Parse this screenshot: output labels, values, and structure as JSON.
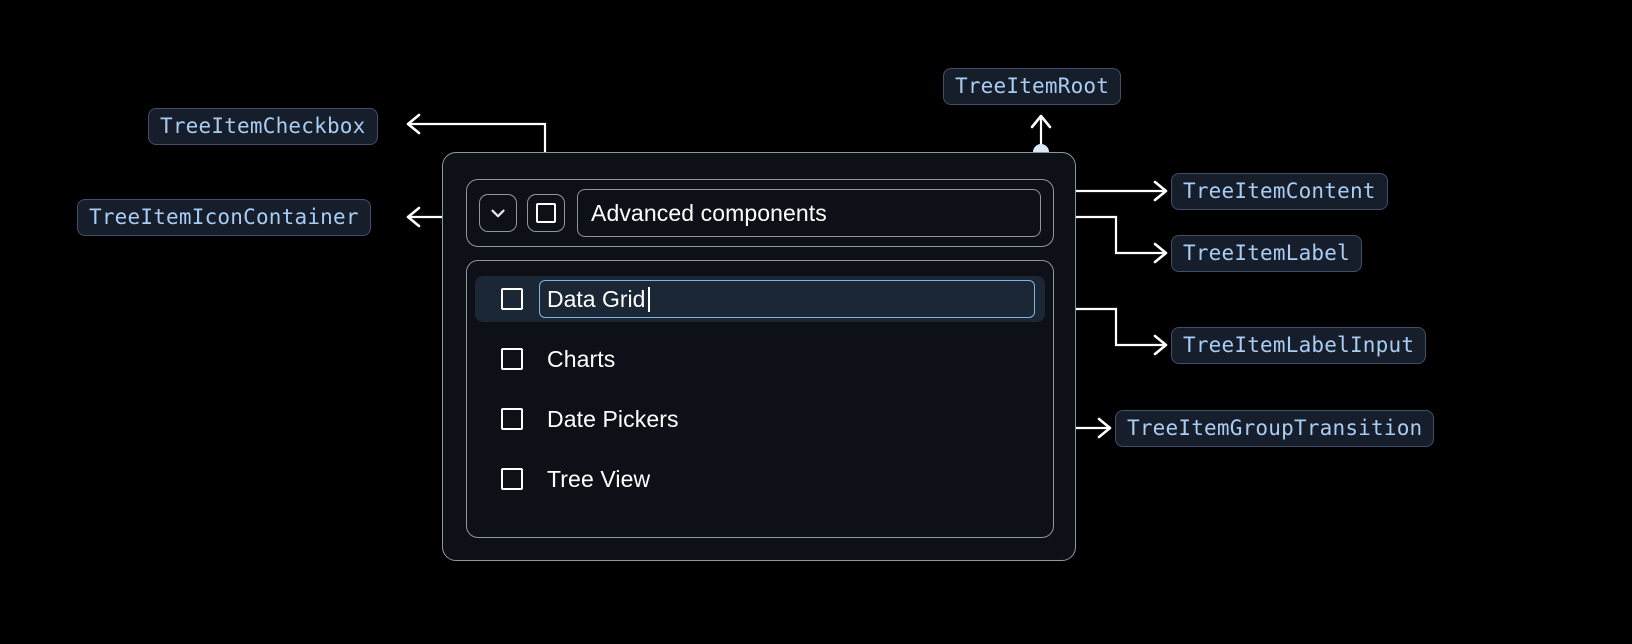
{
  "theme": {
    "page_background": "#000000",
    "chip_background": "#161d2b",
    "chip_border": "#415068",
    "chip_text": "#a9cdf2",
    "panel_background": "#0d1117",
    "panel_border": "#8e969e",
    "selected_row_background": "#1c2736",
    "input_focus_border": "#7fb4e8",
    "text_color": "#ffffff",
    "connector_color": "#ffffff"
  },
  "annotations": [
    {
      "id": "tree-item-checkbox",
      "label": "TreeItemCheckbox"
    },
    {
      "id": "tree-item-icon-container",
      "label": "TreeItemIconContainer"
    },
    {
      "id": "tree-item-root",
      "label": "TreeItemRoot"
    },
    {
      "id": "tree-item-content",
      "label": "TreeItemContent"
    },
    {
      "id": "tree-item-label",
      "label": "TreeItemLabel"
    },
    {
      "id": "tree-item-label-input",
      "label": "TreeItemLabelInput"
    },
    {
      "id": "tree-item-group-transition",
      "label": "TreeItemGroupTransition"
    }
  ],
  "tree": {
    "header": {
      "expand_icon": "chevron-down-icon",
      "checkbox_state": "unchecked",
      "label": "Advanced components"
    },
    "items": [
      {
        "label": "Data Grid",
        "checkbox_state": "unchecked",
        "editing": true,
        "input_value": "Data Grid"
      },
      {
        "label": "Charts",
        "checkbox_state": "unchecked",
        "editing": false
      },
      {
        "label": "Date Pickers",
        "checkbox_state": "unchecked",
        "editing": false
      },
      {
        "label": "Tree View",
        "checkbox_state": "unchecked",
        "editing": false
      }
    ]
  }
}
